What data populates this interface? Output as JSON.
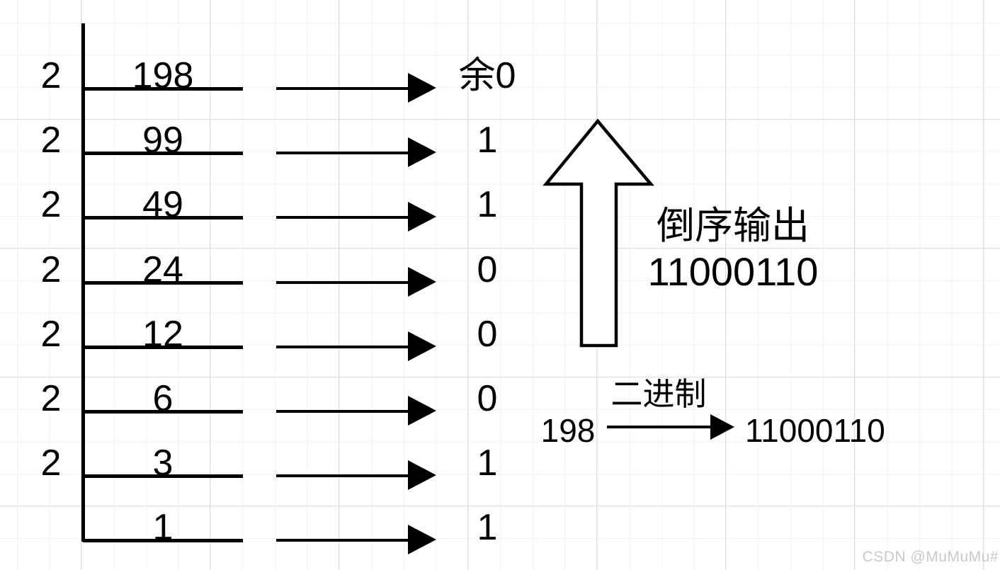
{
  "division": {
    "rows": [
      {
        "divisor": "2",
        "quotient": "198",
        "remainder": "余0"
      },
      {
        "divisor": "2",
        "quotient": "99",
        "remainder": "1"
      },
      {
        "divisor": "2",
        "quotient": "49",
        "remainder": "1"
      },
      {
        "divisor": "2",
        "quotient": "24",
        "remainder": "0"
      },
      {
        "divisor": "2",
        "quotient": "12",
        "remainder": "0"
      },
      {
        "divisor": "2",
        "quotient": "6",
        "remainder": "0"
      },
      {
        "divisor": "2",
        "quotient": "3",
        "remainder": "1"
      },
      {
        "divisor": "",
        "quotient": "1",
        "remainder": "1"
      }
    ]
  },
  "reverse_output": {
    "caption": "倒序输出",
    "binary": "11000110"
  },
  "formula": {
    "input": "198",
    "arrow_label": "二进制",
    "output": "11000110"
  },
  "watermark": "CSDN @MuMuMu#",
  "colors": {
    "ink": "#000000",
    "grid_minor": "#f2f2f2",
    "grid_major": "#e0e0e0",
    "watermark": "#c9c9c9"
  }
}
